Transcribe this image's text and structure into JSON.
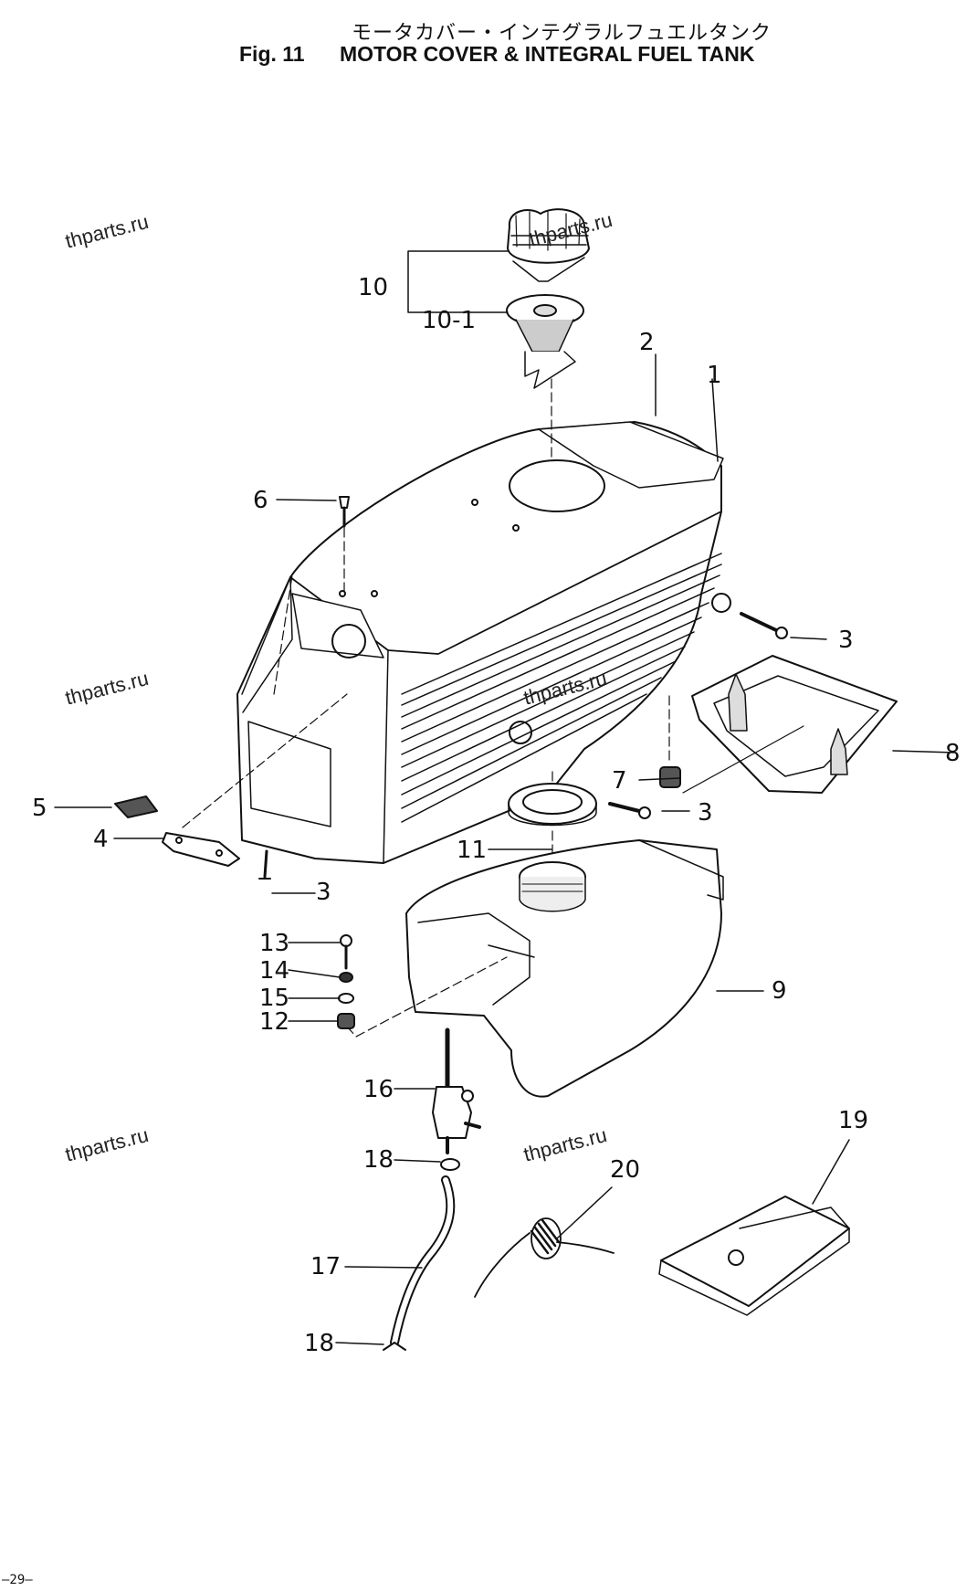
{
  "title_jp": "モータカバー・インテグラルフュエルタンク",
  "figure_label": "Fig. 11",
  "title_en": "MOTOR COVER & INTEGRAL FUEL TANK",
  "callouts": {
    "c1": "1",
    "c2": "2",
    "c3a": "3",
    "c3b": "3",
    "c3c": "3",
    "c4": "4",
    "c5": "5",
    "c6": "6",
    "c7": "7",
    "c8": "8",
    "c9": "9",
    "c10": "10",
    "c10_1": "10-1",
    "c11": "11",
    "c12": "12",
    "c13": "13",
    "c14": "14",
    "c15": "15",
    "c16": "16",
    "c17": "17",
    "c18a": "18",
    "c18b": "18",
    "c19": "19",
    "c20": "20"
  },
  "watermark": "thparts.ru",
  "page_number": "—29—",
  "colors": {
    "ink": "#111111",
    "paper": "#ffffff",
    "shade": "#555555"
  }
}
